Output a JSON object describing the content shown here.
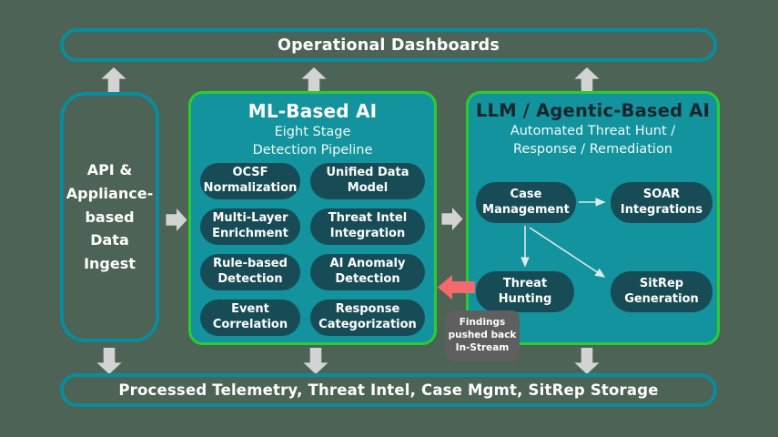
{
  "top_bar": {
    "label": "Operational Dashboards"
  },
  "left_box": {
    "label": "API &\nAppliance-\nbased\nData\nIngest"
  },
  "ml_box": {
    "title": "ML-Based AI",
    "subtitle": "Eight Stage\nDetection Pipeline",
    "pills": [
      "OCSF\nNormalization",
      "Unified Data\nModel",
      "Multi-Layer\nEnrichment",
      "Threat Intel\nIntegration",
      "Rule-based\nDetection",
      "AI Anomaly\nDetection",
      "Event\nCorrelation",
      "Response\nCategorization"
    ]
  },
  "llm_box": {
    "title": "LLM / Agentic-Based AI",
    "subtitle": "Automated Threat Hunt /\nResponse / Remediation",
    "pills": [
      "Case\nManagement",
      "SOAR\nIntegrations",
      "Threat\nHunting",
      "SitRep\nGeneration"
    ]
  },
  "findings_note": {
    "label": "Findings\npushed back\nIn-Stream"
  },
  "bottom_bar": {
    "label": "Processed Telemetry, Threat Intel, Case Mgmt, SitRep Storage"
  },
  "icons": {
    "up_arrow": "flow-up-arrow",
    "down_arrow": "flow-down-arrow",
    "right_arrow": "flow-right-arrow",
    "red_left_arrow": "findings-feedback-arrow"
  },
  "colors": {
    "background": "#4d6355",
    "teal_border": "#0a8c9c",
    "box_fill": "#12939d",
    "pill_fill": "#174c56",
    "green_border": "#2ccc31",
    "gray_arrow": "#d2d4d4",
    "red_arrow": "#f4696e",
    "note_gray": "#5f5f5f",
    "llm_title_dark": "#15262b"
  }
}
